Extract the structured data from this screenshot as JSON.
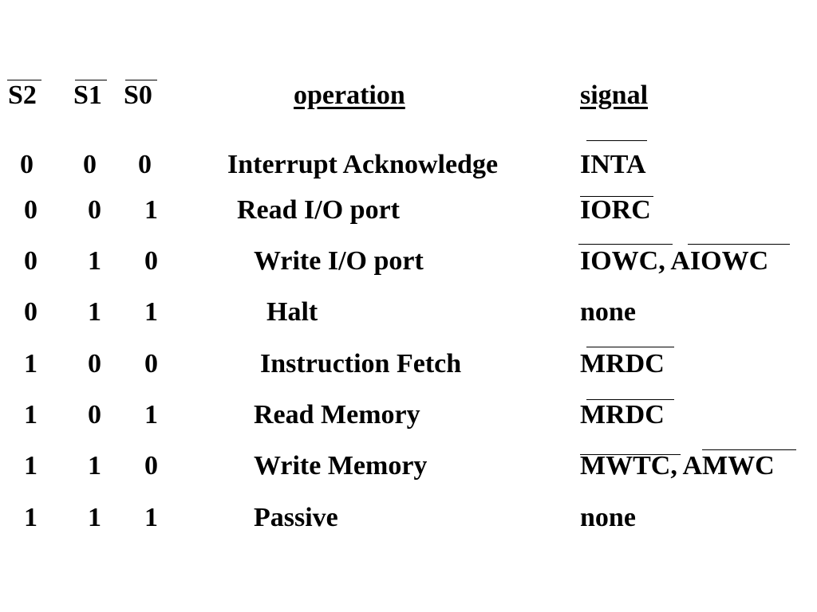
{
  "header": {
    "s2": "S2",
    "s1": "S1",
    "s0": "S0",
    "operation": "operation",
    "signal": "signal"
  },
  "rows": [
    {
      "s2": "0",
      "s1": "0",
      "s0": "0",
      "operation": "Interrupt Acknowledge",
      "signal": "INTA"
    },
    {
      "s2": "0",
      "s1": "0",
      "s0": "1",
      "operation": "Read I/O port",
      "signal": "IORC"
    },
    {
      "s2": "0",
      "s1": "1",
      "s0": "0",
      "operation": "Write I/O port",
      "signal": "IOWC, AIOWC"
    },
    {
      "s2": "0",
      "s1": "1",
      "s0": "1",
      "operation": "Halt",
      "signal": "none"
    },
    {
      "s2": "1",
      "s1": "0",
      "s0": "0",
      "operation": "Instruction Fetch",
      "signal": "MRDC"
    },
    {
      "s2": "1",
      "s1": "0",
      "s0": "1",
      "operation": "Read Memory",
      "signal": "MRDC"
    },
    {
      "s2": "1",
      "s1": "1",
      "s0": "0",
      "operation": "Write Memory",
      "signal": "MWTC, AMWC"
    },
    {
      "s2": "1",
      "s1": "1",
      "s0": "1",
      "operation": "Passive",
      "signal": "none"
    }
  ]
}
